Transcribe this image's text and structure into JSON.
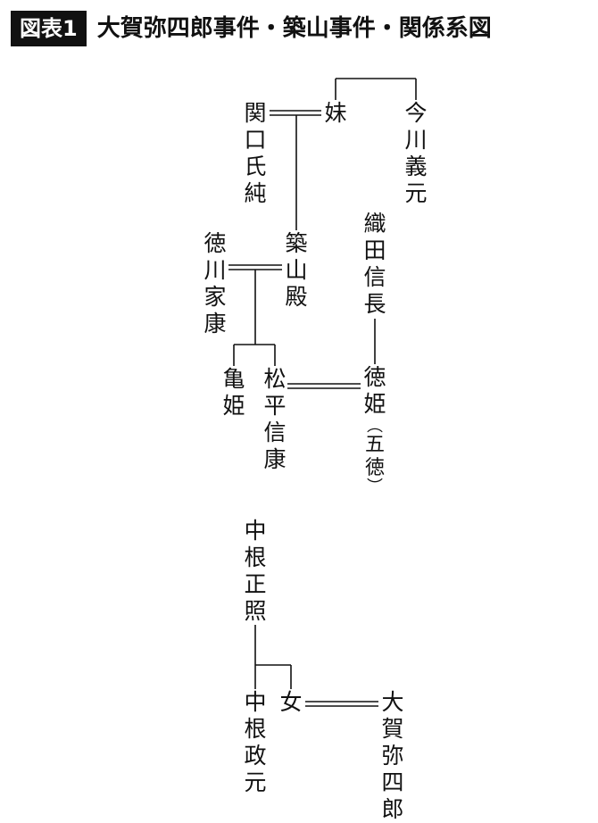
{
  "header": {
    "badge": "図表1",
    "title": "大賀弥四郎事件・築山事件・関係系図"
  },
  "people": {
    "imagawa_yoshimoto": "今川義元",
    "imouto": "妹",
    "sekiguchi_ujizumi": "関口氏純",
    "tsukiyama_dono": "築山殿",
    "tokugawa_ieyasu": "徳川家康",
    "oda_nobunaga": "織田信長",
    "kamehime": "亀姫",
    "matsudaira_nobuyasu": "松平信康",
    "tokuhime": "徳姫",
    "tokuhime_alias": "五徳",
    "nakane_masateru": "中根正照",
    "onna": "女",
    "nakane_masamoto": "中根政元",
    "ooga_yashiro": "大賀弥四郎"
  }
}
